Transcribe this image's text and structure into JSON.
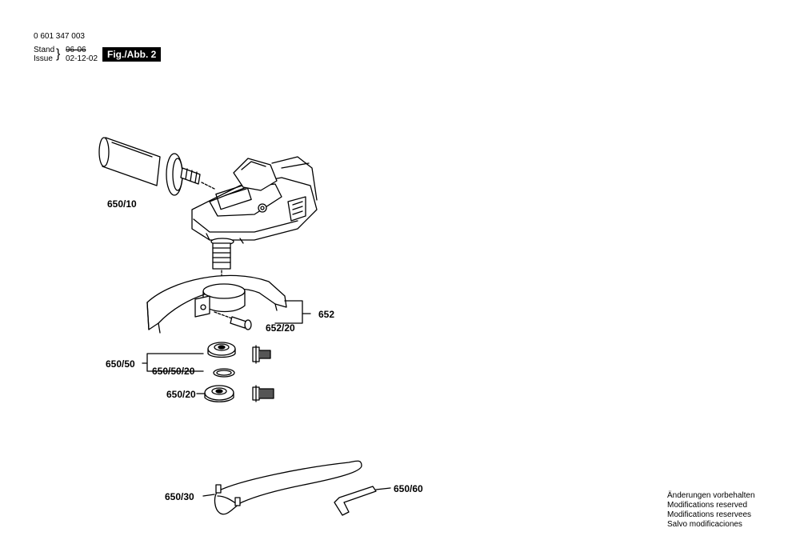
{
  "header": {
    "part_number": "0 601 347 003",
    "stand_label": "Stand",
    "issue_label": "Issue",
    "old_date": "96-06",
    "date": "02-12-02",
    "figure_badge": "Fig./Abb. 2"
  },
  "labels": {
    "side_handle": "650/10",
    "guard": "652",
    "guard_screw": "652/20",
    "flange_set": "650/50",
    "o_ring": "650/50/20",
    "clamp_nut": "650/20",
    "pin_wrench": "650/30",
    "hex_key": "650/60"
  },
  "notes": [
    "Änderungen vorbehalten",
    "Modifications reserved",
    "Modifications reservees",
    "Salvo modificaciones"
  ]
}
